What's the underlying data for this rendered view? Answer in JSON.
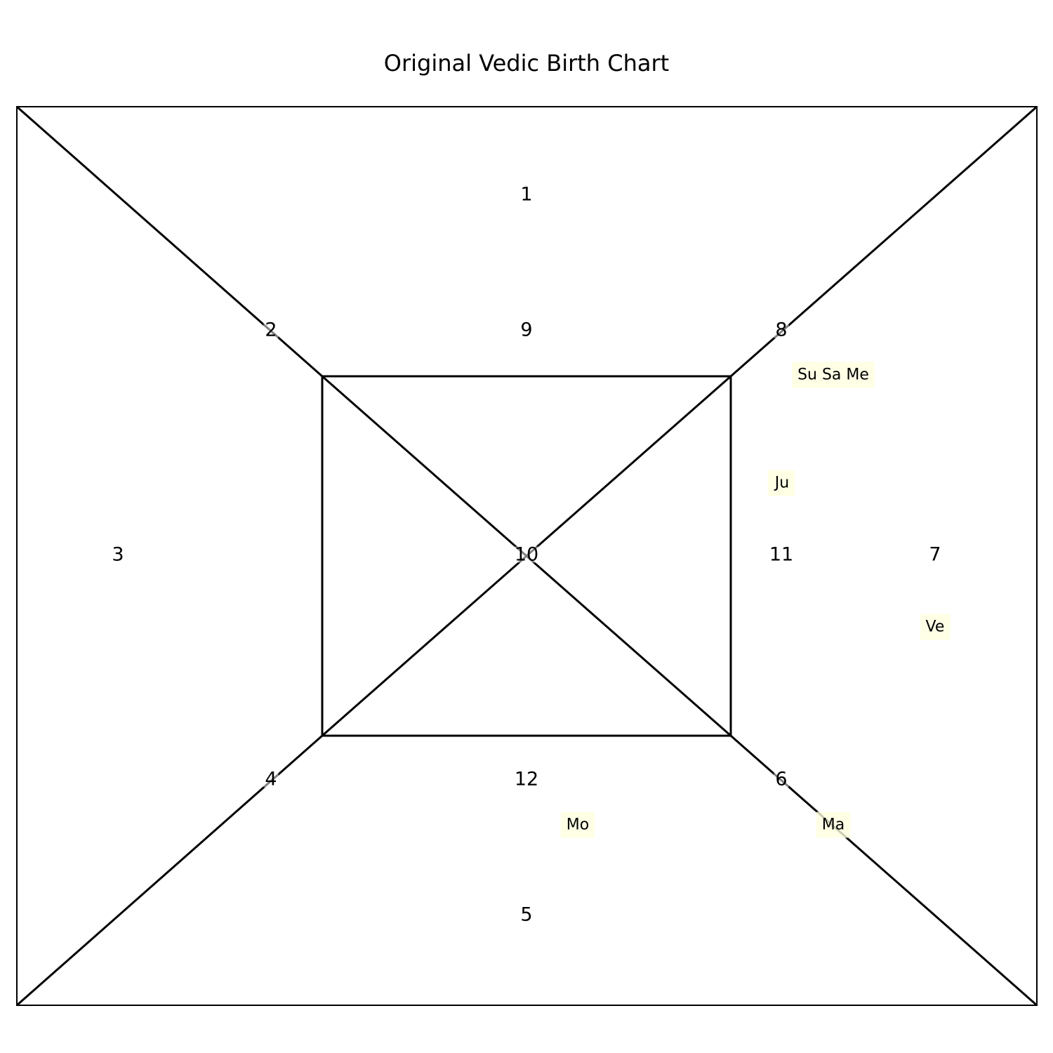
{
  "title": "Original Vedic Birth Chart",
  "houses": [
    {
      "number": "1"
    },
    {
      "number": "2"
    },
    {
      "number": "3"
    },
    {
      "number": "4"
    },
    {
      "number": "5"
    },
    {
      "number": "6"
    },
    {
      "number": "7"
    },
    {
      "number": "8"
    },
    {
      "number": "9"
    },
    {
      "number": "10"
    },
    {
      "number": "11"
    },
    {
      "number": "12"
    }
  ],
  "planet_labels": [
    {
      "house": "8",
      "text": "Su Sa Me"
    },
    {
      "house": "11",
      "text": "Ju"
    },
    {
      "house": "7",
      "text": "Ve"
    },
    {
      "house": "12",
      "text": "Mo"
    },
    {
      "house": "6",
      "text": "Ma"
    }
  ],
  "colors": {
    "line": "#000000",
    "planet_box": "#ffffe0",
    "label_halo": "#ffffff"
  }
}
